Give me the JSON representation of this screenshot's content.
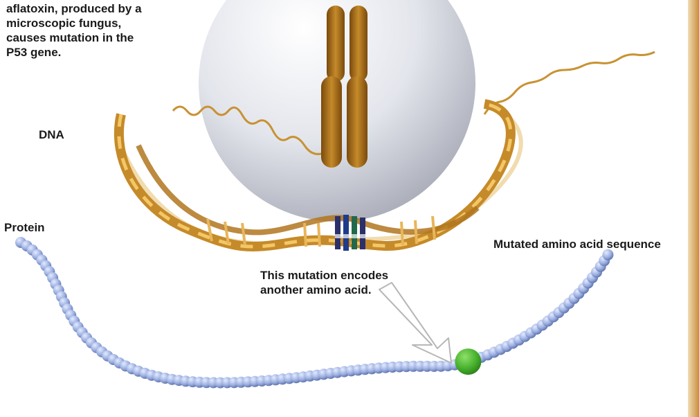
{
  "labels": {
    "intro": "aflatoxin, produced by a\nmicroscopic fungus,\ncauses mutation in the\nP53 gene.",
    "dna": "DNA",
    "protein": "Protein",
    "mutated_sequence": "Mutated amino acid sequence",
    "mutation_note": "This mutation encodes\nanother amino acid."
  },
  "colors": {
    "nucleus": "#e6e8ef",
    "chromosome": "#b5761c",
    "dna_helix": "#d89a2a",
    "protein_bead": "#9aaee0",
    "mutated_bead": "#45b02c",
    "side_stripe": "#cf9a45"
  }
}
